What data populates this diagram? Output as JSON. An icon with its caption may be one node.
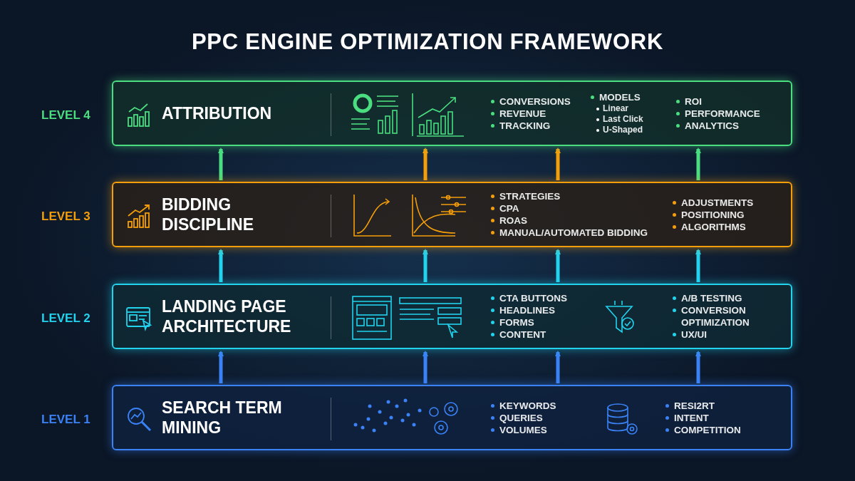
{
  "diagram": {
    "title": "PPC ENGINE OPTIMIZATION FRAMEWORK",
    "nodes": [
      {
        "text": [
          "ATTRIBUTION",
          "CONVERSIONS",
          "REVENUE",
          "TRACKING",
          "MODELS",
          "Linear",
          "Last Click",
          "U-Shaped",
          "ROI",
          "PERFORMANCE",
          "ANALYTICS"
        ],
        "beside": [
          "LEVEL 4"
        ]
      },
      {
        "text": [
          "BIDDING DISCIPLINE",
          "STRATEGIES",
          "CPA",
          "ROAS",
          "MANUAL/AUTOMATED BIDDING",
          "ADJUSTMENTS",
          "POSITIONING",
          "ALGORITHMS"
        ],
        "beside": [
          "LEVEL 3"
        ]
      },
      {
        "text": [
          "LANDING PAGE ARCHITECTURE",
          "CTA BUTTONS",
          "HEADLINES",
          "FORMS",
          "CONTENT",
          "A/B TESTING",
          "CONVERSION OPTIMIZATION",
          "UX/UI"
        ],
        "beside": [
          "LEVEL 2"
        ]
      },
      {
        "text": [
          "SEARCH TERM MINING",
          "KEYWORDS",
          "QUERIES",
          "VOLUMES",
          "RESI2RT",
          "INTENT",
          "COMPETITION"
        ],
        "beside": [
          "LEVEL 1"
        ]
      }
    ],
    "edges": [
      {
        "from": 3,
        "to": 2,
        "arrow": "to",
        "color": "#3b82f6"
      },
      {
        "from": 3,
        "to": 2,
        "arrow": "to",
        "color": "#3b82f6"
      },
      {
        "from": 3,
        "to": 2,
        "arrow": "to",
        "color": "#3b82f6"
      },
      {
        "from": 3,
        "to": 2,
        "arrow": "to",
        "color": "#3b82f6"
      },
      {
        "from": 2,
        "to": 1,
        "arrow": "to",
        "color": "#22d3ee"
      },
      {
        "from": 2,
        "to": 1,
        "arrow": "to",
        "color": "#22d3ee"
      },
      {
        "from": 2,
        "to": 1,
        "arrow": "to",
        "color": "#22d3ee"
      },
      {
        "from": 2,
        "to": 1,
        "arrow": "to",
        "color": "#22d3ee"
      },
      {
        "from": 1,
        "to": 0,
        "arrow": "to",
        "color": "#4ade80"
      },
      {
        "from": 1,
        "to": 0,
        "arrow": "to",
        "color": "#f59e0b"
      },
      {
        "from": 1,
        "to": 0,
        "arrow": "to",
        "color": "#f59e0b"
      },
      {
        "from": 1,
        "to": 0,
        "arrow": "to",
        "color": "#4ade80"
      }
    ]
  }
}
